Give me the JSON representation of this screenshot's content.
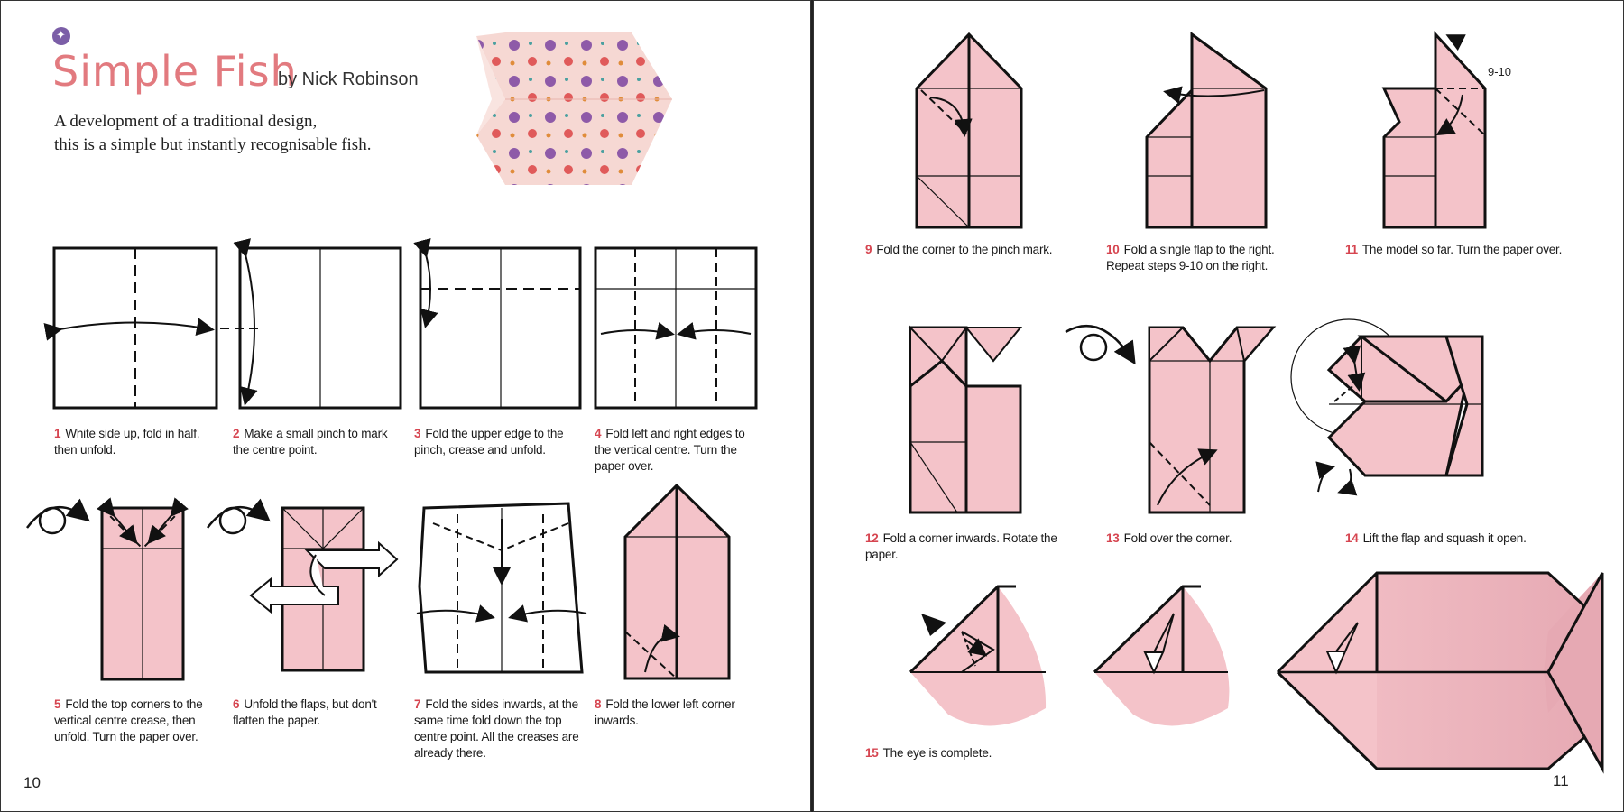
{
  "header": {
    "title": "Simple Fish",
    "author": "by Nick Robinson",
    "intro_line1": "A development of a traditional design,",
    "intro_line2": "this is a simple but instantly recognisable fish."
  },
  "steps": [
    {
      "num": "1",
      "text": "White side up, fold in half, then unfold."
    },
    {
      "num": "2",
      "text": "Make a small pinch to mark the centre point."
    },
    {
      "num": "3",
      "text": "Fold the upper edge to the pinch, crease and unfold."
    },
    {
      "num": "4",
      "text": "Fold left and right edges to the vertical centre. Turn the paper over."
    },
    {
      "num": "5",
      "text": "Fold the top corners to the vertical centre crease, then unfold. Turn the paper over."
    },
    {
      "num": "6",
      "text": "Unfold the flaps, but don't flatten the paper."
    },
    {
      "num": "7",
      "text": "Fold the sides inwards, at the same time fold down the top centre point. All the creases are already there."
    },
    {
      "num": "8",
      "text": "Fold the lower left corner inwards."
    },
    {
      "num": "9",
      "text": "Fold the corner to the pinch mark."
    },
    {
      "num": "10",
      "text": "Fold a single flap to the right. Repeat steps 9-10 on the right."
    },
    {
      "num": "11",
      "text": "The model so far. Turn the paper over."
    },
    {
      "num": "12",
      "text": "Fold a corner inwards. Rotate the paper."
    },
    {
      "num": "13",
      "text": "Fold over the corner."
    },
    {
      "num": "14",
      "text": "Lift the flap and squash it open."
    },
    {
      "num": "15",
      "text": "The eye is complete."
    }
  ],
  "annotations": {
    "repeat_label": "9-10"
  },
  "page_numbers": {
    "left": "10",
    "right": "11"
  },
  "colors": {
    "paper_pink": "#f4c3c9",
    "title_coral": "#e27a7f",
    "step_number_red": "#d64550",
    "badge_purple": "#7b5ea7"
  }
}
